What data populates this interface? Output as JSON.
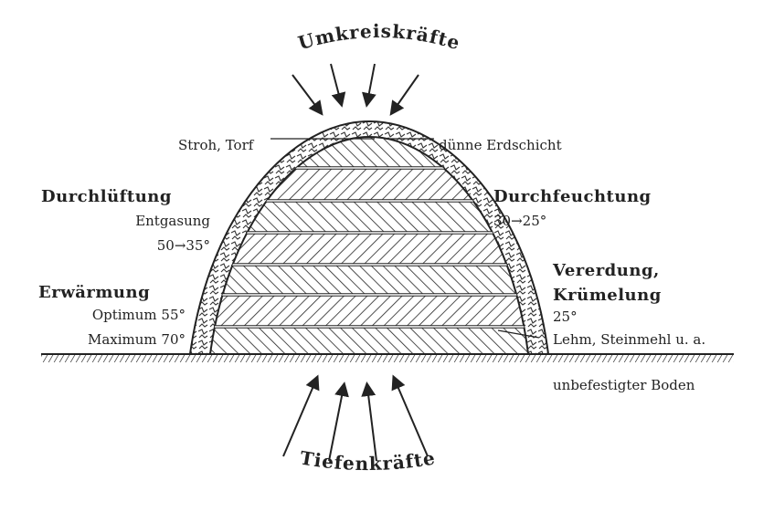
{
  "title_top": "Umkreiskräfte",
  "title_bottom": "Tiefenkräfte",
  "labels": {
    "straw": "Stroh, Torf",
    "soil_layer": "dünne Erdschicht",
    "aeration": "Durchlüftung",
    "degassing": "Entgasung",
    "aeration_temp": "50→35°",
    "warming": "Erwärmung",
    "optimum": "Optimum 55°",
    "maximum": "Maximum 70°",
    "moistening": "Durchfeuchtung",
    "moistening_temp": "30→25°",
    "humification": "Vererdung,",
    "crumbling": "Krümelung",
    "humification_temp": "25°",
    "clay": "Lehm, Steinmehl u. a.",
    "ground": "unbefestigter Boden"
  },
  "colors": {
    "ink": "#222222",
    "background": "#ffffff"
  }
}
